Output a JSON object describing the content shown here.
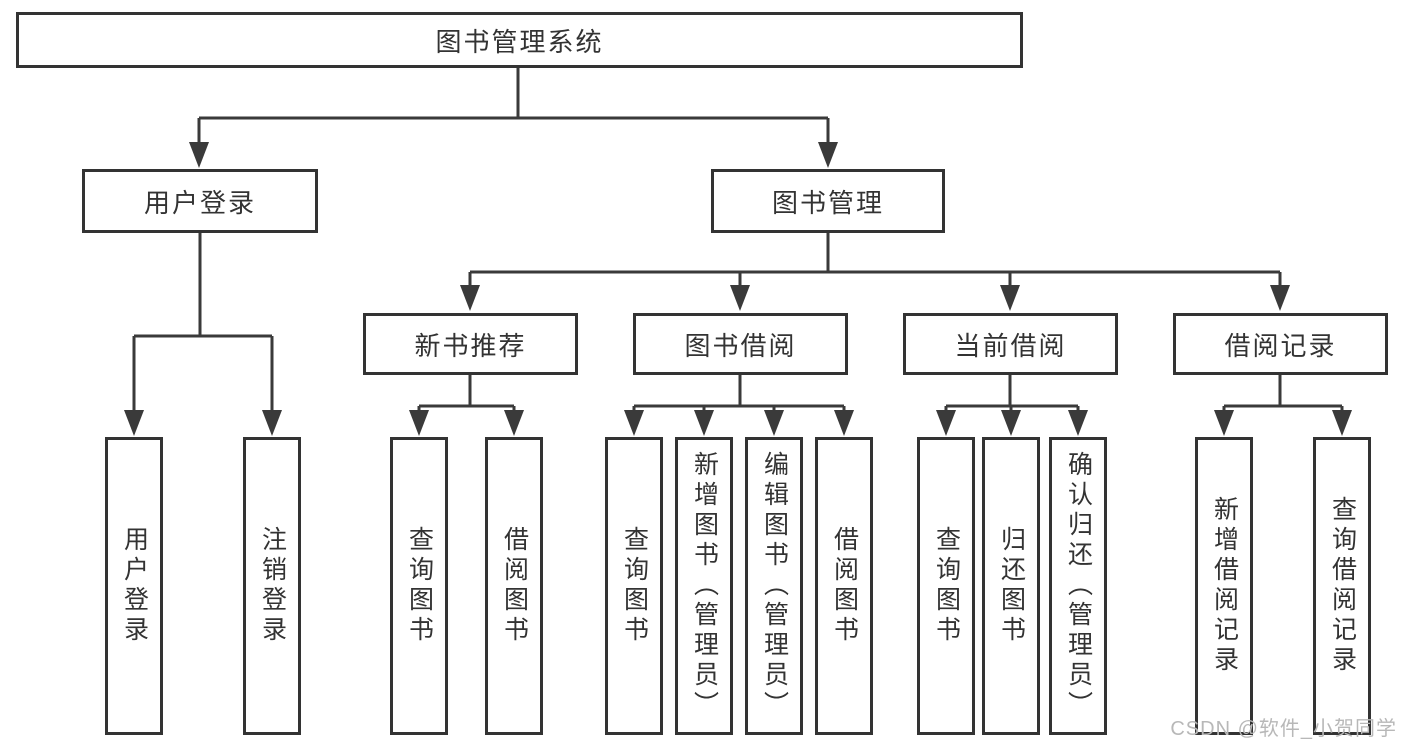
{
  "tree": {
    "root": {
      "label": "图书管理系统"
    },
    "branches": [
      {
        "label": "用户登录",
        "children": [
          {
            "label": "用户登录"
          },
          {
            "label": "注销登录"
          }
        ]
      },
      {
        "label": "图书管理",
        "children": [
          {
            "label": "新书推荐",
            "children": [
              {
                "label": "查询图书"
              },
              {
                "label": "借阅图书"
              }
            ]
          },
          {
            "label": "图书借阅",
            "children": [
              {
                "label": "查询图书"
              },
              {
                "label": "新增图书（管理员）"
              },
              {
                "label": "编辑图书（管理员）"
              },
              {
                "label": "借阅图书"
              }
            ]
          },
          {
            "label": "当前借阅",
            "children": [
              {
                "label": "查询图书"
              },
              {
                "label": "归还图书"
              },
              {
                "label": "确认归还（管理员）"
              }
            ]
          },
          {
            "label": "借阅记录",
            "children": [
              {
                "label": "新增借阅记录"
              },
              {
                "label": "查询借阅记录"
              }
            ]
          }
        ]
      }
    ]
  },
  "watermark": {
    "text": "CSDN @软件_小贺同学",
    "color": "#b8b8b8"
  },
  "colors": {
    "line": "#3a3a3a",
    "border": "#333333",
    "text": "#333333",
    "background": "#ffffff"
  }
}
